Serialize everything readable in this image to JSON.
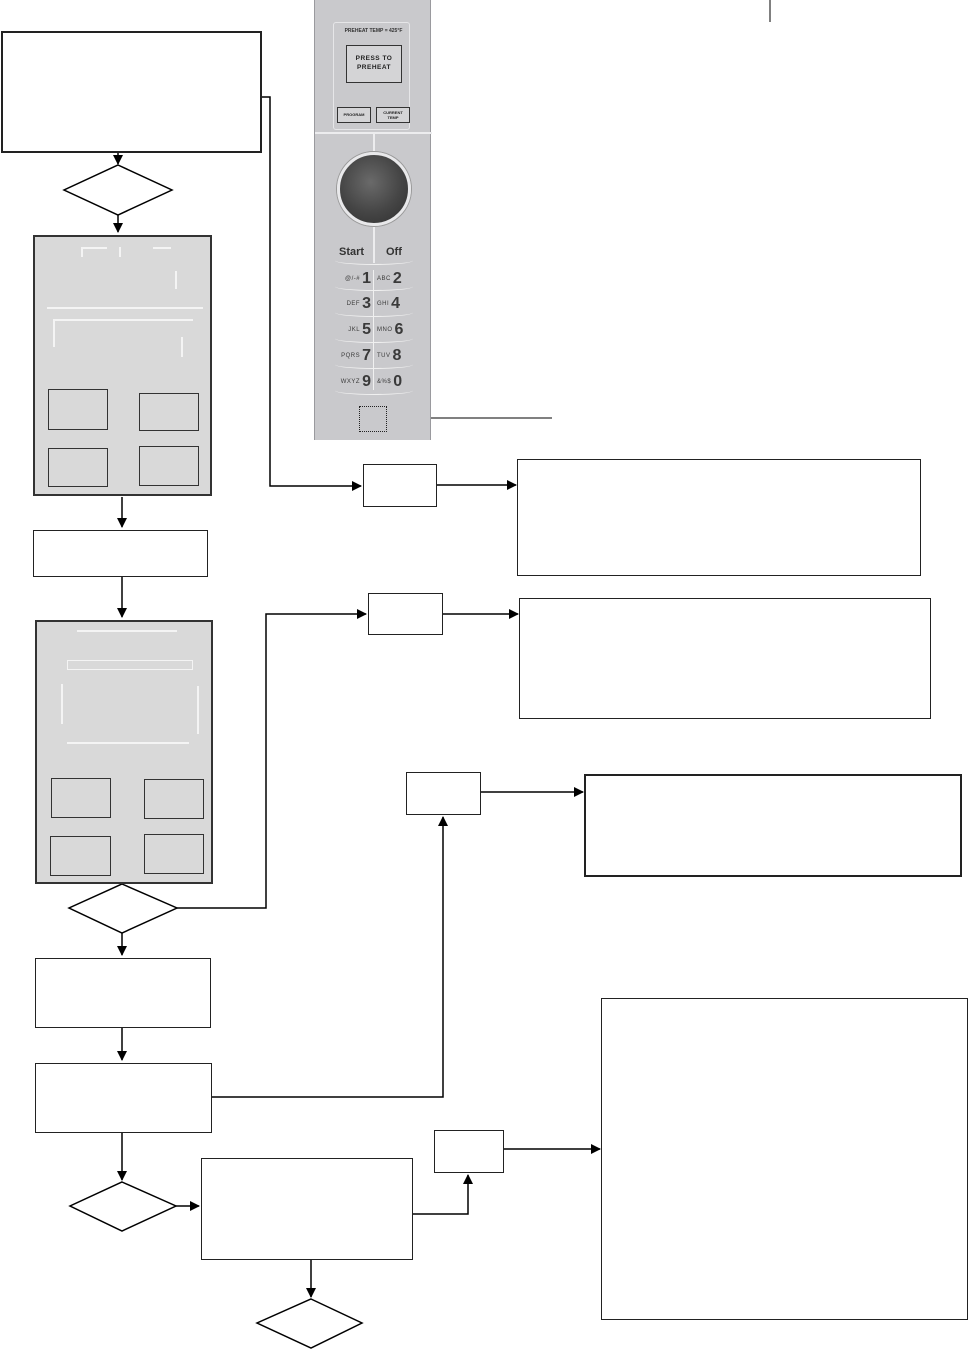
{
  "control_panel": {
    "header_label": "PREHEAT TEMP = 425°F",
    "preheat_button_line1": "PRESS TO",
    "preheat_button_line2": "PREHEAT",
    "left_small_button": "PROGRAM",
    "right_small_button_line1": "CURRENT",
    "right_small_button_line2": "TEMP",
    "start_label": "Start",
    "off_label": "Off",
    "keypad": [
      {
        "letters": "@/-#",
        "digit": "1"
      },
      {
        "letters": "ABC",
        "digit": "2"
      },
      {
        "letters": "DEF",
        "digit": "3"
      },
      {
        "letters": "GHI",
        "digit": "4"
      },
      {
        "letters": "JKL",
        "digit": "5"
      },
      {
        "letters": "MNO",
        "digit": "6"
      },
      {
        "letters": "PQRS",
        "digit": "7"
      },
      {
        "letters": "TUV",
        "digit": "8"
      },
      {
        "letters": "WXYZ",
        "digit": "9"
      },
      {
        "letters": "&%$",
        "digit": "0"
      }
    ]
  },
  "colors": {
    "panel": "#c9c9cc",
    "screen": "#d9d9d9",
    "knob": "#454545",
    "line": "#000000"
  }
}
